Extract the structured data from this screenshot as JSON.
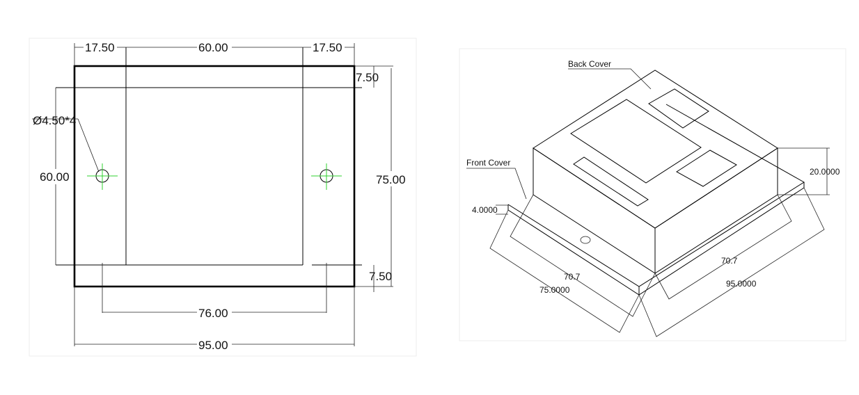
{
  "front_view": {
    "dim_left_flange": "17.50",
    "dim_center_width": "60.00",
    "dim_right_flange": "17.50",
    "dim_top_margin": "7.50",
    "dim_bottom_margin": "7.50",
    "dim_total_height": "75.00",
    "dim_inner_height": "60.00",
    "dim_hole_spacing": "76.00",
    "dim_total_width": "95.00",
    "hole_callout": "Ø4.50*4"
  },
  "iso_view": {
    "label_back_cover": "Back Cover",
    "label_front_cover": "Front Cover",
    "dim_base_thickness": "4.0000",
    "dim_body_height": "20.0000",
    "dim_body_depth": "70.7",
    "dim_base_depth": "75.0000",
    "dim_body_width": "70.7",
    "dim_base_width": "95.0000"
  }
}
